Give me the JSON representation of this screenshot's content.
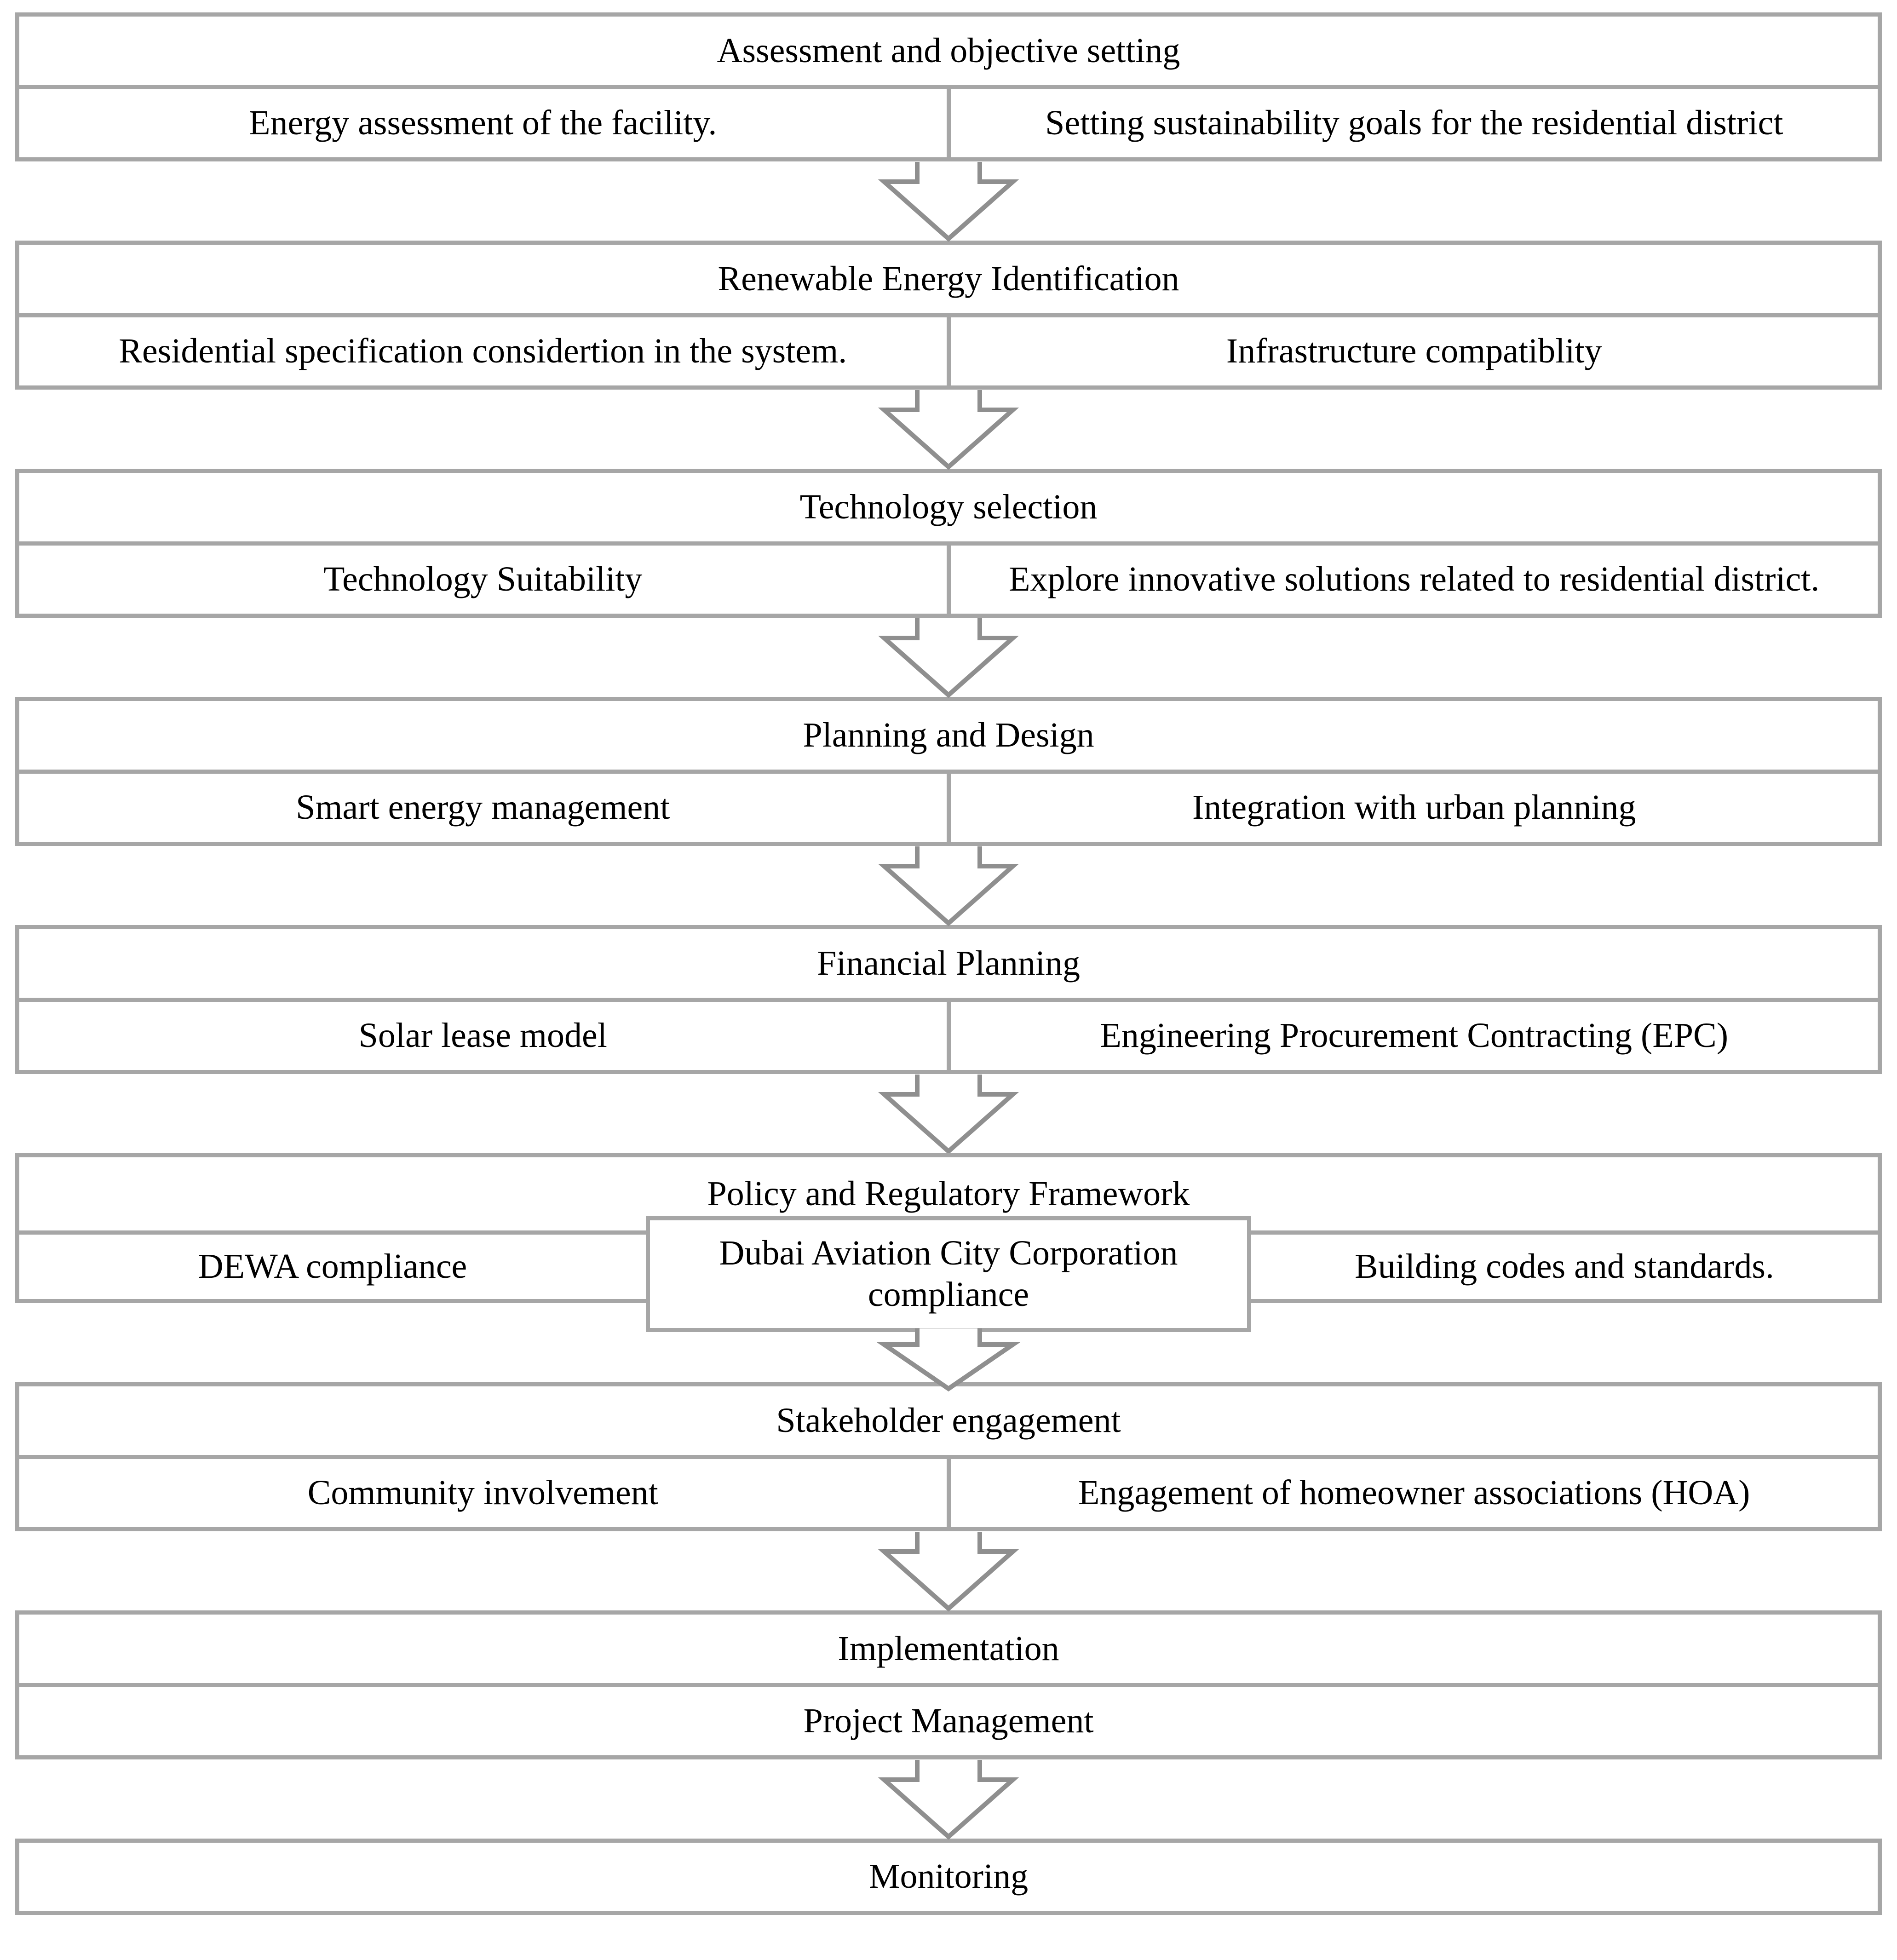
{
  "colors": {
    "border": "#a6a6a6",
    "arrow": "#8f8f8f",
    "text": "#000000",
    "bg": "#ffffff"
  },
  "stages": [
    {
      "title": "Assessment and objective setting",
      "cells": [
        "Energy assessment of the facility.",
        "Setting sustainability goals for the residential district"
      ]
    },
    {
      "title": "Renewable Energy Identification",
      "cells": [
        "Residential specification considertion in the system.",
        "Infrastructure compatiblity"
      ]
    },
    {
      "title": "Technology selection",
      "cells": [
        "Technology Suitability",
        "Explore innovative solutions related to residential district."
      ]
    },
    {
      "title": "Planning and Design",
      "cells": [
        "Smart energy management",
        "Integration with urban planning"
      ]
    },
    {
      "title": "Financial Planning",
      "cells": [
        "Solar lease model",
        "Engineering Procurement Contracting (EPC)"
      ]
    },
    {
      "title": "Policy and Regulatory Framework",
      "cells": [
        "DEWA compliance",
        "Building codes and standards."
      ],
      "overlay": "Dubai Aviation City Corporation compliance"
    },
    {
      "title": "Stakeholder engagement",
      "cells": [
        "Community involvement",
        "Engagement of homeowner associations (HOA)"
      ]
    },
    {
      "title": "Implementation",
      "cells": [
        "Project Management"
      ]
    },
    {
      "title": "Monitoring",
      "cells": []
    }
  ]
}
